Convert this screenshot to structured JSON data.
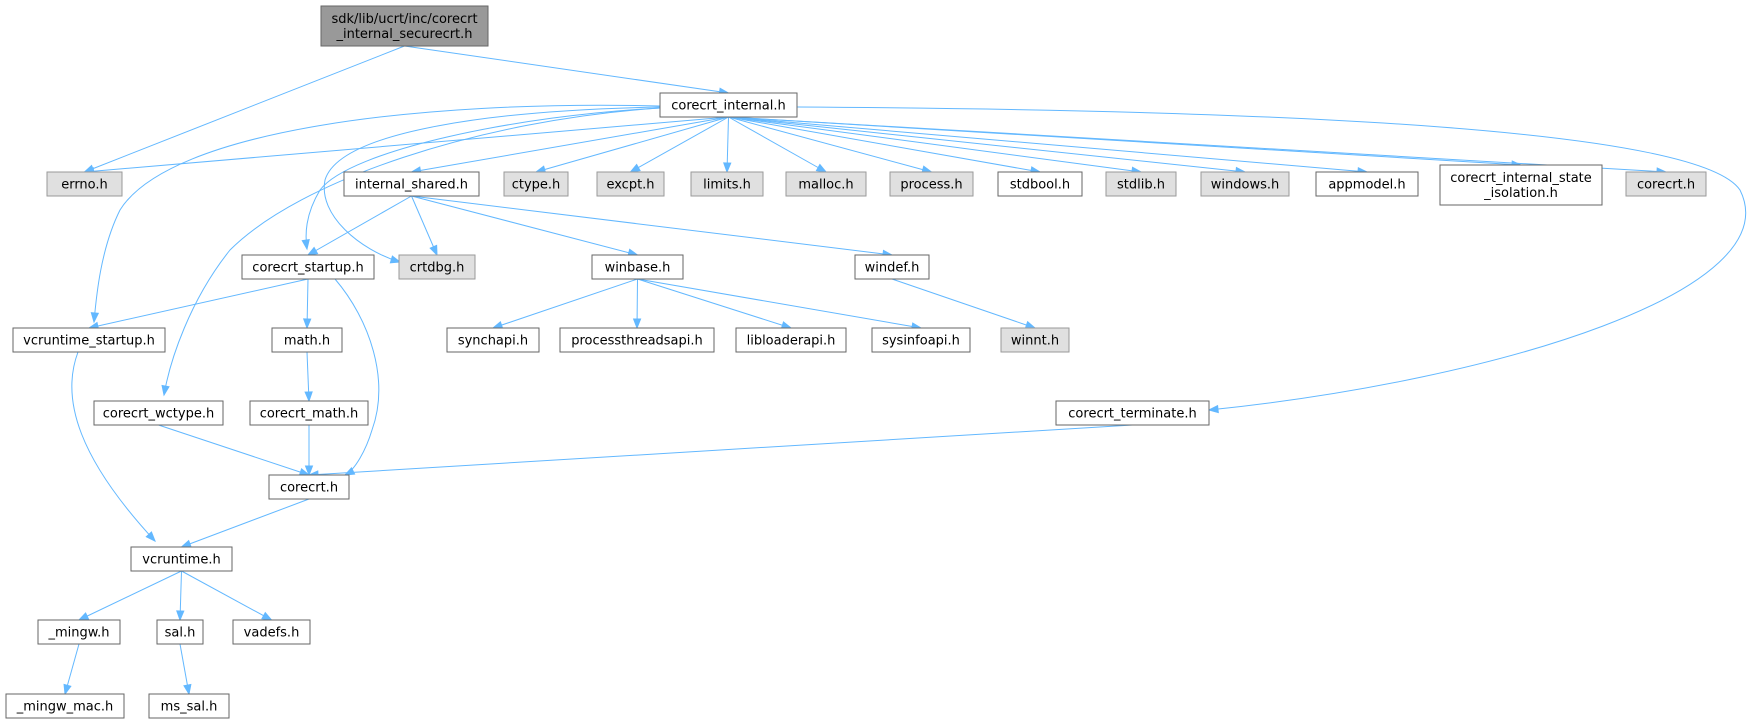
{
  "nodes": [
    {
      "id": "root",
      "lines": [
        "sdk/lib/ucrt/inc/corecrt",
        "_internal_securecrt.h"
      ],
      "style": "root"
    },
    {
      "id": "corecrt_internal",
      "lines": [
        "corecrt_internal.h"
      ],
      "style": "doc"
    },
    {
      "id": "errno",
      "lines": [
        "errno.h"
      ],
      "style": "ext"
    },
    {
      "id": "internal_shared",
      "lines": [
        "internal_shared.h"
      ],
      "style": "doc"
    },
    {
      "id": "ctype",
      "lines": [
        "ctype.h"
      ],
      "style": "ext"
    },
    {
      "id": "excpt",
      "lines": [
        "excpt.h"
      ],
      "style": "ext"
    },
    {
      "id": "limits",
      "lines": [
        "limits.h"
      ],
      "style": "ext"
    },
    {
      "id": "malloc",
      "lines": [
        "malloc.h"
      ],
      "style": "ext"
    },
    {
      "id": "process",
      "lines": [
        "process.h"
      ],
      "style": "ext"
    },
    {
      "id": "stdbool",
      "lines": [
        "stdbool.h"
      ],
      "style": "doc"
    },
    {
      "id": "stdlib",
      "lines": [
        "stdlib.h"
      ],
      "style": "ext"
    },
    {
      "id": "windows",
      "lines": [
        "windows.h"
      ],
      "style": "ext"
    },
    {
      "id": "appmodel",
      "lines": [
        "appmodel.h"
      ],
      "style": "doc"
    },
    {
      "id": "state_isolation",
      "lines": [
        "corecrt_internal_state",
        "_isolation.h"
      ],
      "style": "doc"
    },
    {
      "id": "corecrt_ext",
      "lines": [
        "corecrt.h"
      ],
      "style": "ext"
    },
    {
      "id": "corecrt_startup",
      "lines": [
        "corecrt_startup.h"
      ],
      "style": "doc"
    },
    {
      "id": "crtdbg",
      "lines": [
        "crtdbg.h"
      ],
      "style": "ext"
    },
    {
      "id": "winbase",
      "lines": [
        "winbase.h"
      ],
      "style": "doc"
    },
    {
      "id": "windef",
      "lines": [
        "windef.h"
      ],
      "style": "doc"
    },
    {
      "id": "vcruntime_startup",
      "lines": [
        "vcruntime_startup.h"
      ],
      "style": "doc"
    },
    {
      "id": "math",
      "lines": [
        "math.h"
      ],
      "style": "doc"
    },
    {
      "id": "synchapi",
      "lines": [
        "synchapi.h"
      ],
      "style": "doc"
    },
    {
      "id": "processthreadsapi",
      "lines": [
        "processthreadsapi.h"
      ],
      "style": "doc"
    },
    {
      "id": "libloaderapi",
      "lines": [
        "libloaderapi.h"
      ],
      "style": "doc"
    },
    {
      "id": "sysinfoapi",
      "lines": [
        "sysinfoapi.h"
      ],
      "style": "doc"
    },
    {
      "id": "winnt",
      "lines": [
        "winnt.h"
      ],
      "style": "ext"
    },
    {
      "id": "corecrt_wctype",
      "lines": [
        "corecrt_wctype.h"
      ],
      "style": "doc"
    },
    {
      "id": "corecrt_math",
      "lines": [
        "corecrt_math.h"
      ],
      "style": "doc"
    },
    {
      "id": "corecrt_terminate",
      "lines": [
        "corecrt_terminate.h"
      ],
      "style": "doc"
    },
    {
      "id": "corecrt",
      "lines": [
        "corecrt.h"
      ],
      "style": "doc"
    },
    {
      "id": "vcruntime",
      "lines": [
        "vcruntime.h"
      ],
      "style": "doc"
    },
    {
      "id": "mingw",
      "lines": [
        "_mingw.h"
      ],
      "style": "doc"
    },
    {
      "id": "sal",
      "lines": [
        "sal.h"
      ],
      "style": "doc"
    },
    {
      "id": "vadefs",
      "lines": [
        "vadefs.h"
      ],
      "style": "doc"
    },
    {
      "id": "mingw_mac",
      "lines": [
        "_mingw_mac.h"
      ],
      "style": "doc"
    },
    {
      "id": "ms_sal",
      "lines": [
        "ms_sal.h"
      ],
      "style": "doc"
    }
  ],
  "edges": [
    [
      "root",
      "errno"
    ],
    [
      "root",
      "corecrt_internal"
    ],
    [
      "corecrt_internal",
      "errno"
    ],
    [
      "corecrt_internal",
      "internal_shared"
    ],
    [
      "corecrt_internal",
      "ctype"
    ],
    [
      "corecrt_internal",
      "excpt"
    ],
    [
      "corecrt_internal",
      "limits"
    ],
    [
      "corecrt_internal",
      "malloc"
    ],
    [
      "corecrt_internal",
      "process"
    ],
    [
      "corecrt_internal",
      "stdbool"
    ],
    [
      "corecrt_internal",
      "stdlib"
    ],
    [
      "corecrt_internal",
      "windows"
    ],
    [
      "corecrt_internal",
      "appmodel"
    ],
    [
      "corecrt_internal",
      "state_isolation"
    ],
    [
      "corecrt_internal",
      "corecrt_ext"
    ],
    [
      "corecrt_internal",
      "corecrt_startup"
    ],
    [
      "corecrt_internal",
      "crtdbg"
    ],
    [
      "corecrt_internal",
      "vcruntime_startup"
    ],
    [
      "corecrt_internal",
      "corecrt_wctype"
    ],
    [
      "corecrt_internal",
      "corecrt_terminate"
    ],
    [
      "internal_shared",
      "corecrt_startup"
    ],
    [
      "internal_shared",
      "crtdbg"
    ],
    [
      "internal_shared",
      "winbase"
    ],
    [
      "internal_shared",
      "windef"
    ],
    [
      "corecrt_startup",
      "vcruntime_startup"
    ],
    [
      "corecrt_startup",
      "math"
    ],
    [
      "corecrt_startup",
      "corecrt"
    ],
    [
      "winbase",
      "synchapi"
    ],
    [
      "winbase",
      "processthreadsapi"
    ],
    [
      "winbase",
      "libloaderapi"
    ],
    [
      "winbase",
      "sysinfoapi"
    ],
    [
      "windef",
      "winnt"
    ],
    [
      "vcruntime_startup",
      "vcruntime"
    ],
    [
      "math",
      "corecrt_math"
    ],
    [
      "corecrt_math",
      "corecrt"
    ],
    [
      "corecrt_wctype",
      "corecrt"
    ],
    [
      "corecrt_terminate",
      "corecrt"
    ],
    [
      "corecrt",
      "vcruntime"
    ],
    [
      "vcruntime",
      "mingw"
    ],
    [
      "vcruntime",
      "sal"
    ],
    [
      "vcruntime",
      "vadefs"
    ],
    [
      "mingw",
      "mingw_mac"
    ],
    [
      "sal",
      "ms_sal"
    ]
  ]
}
